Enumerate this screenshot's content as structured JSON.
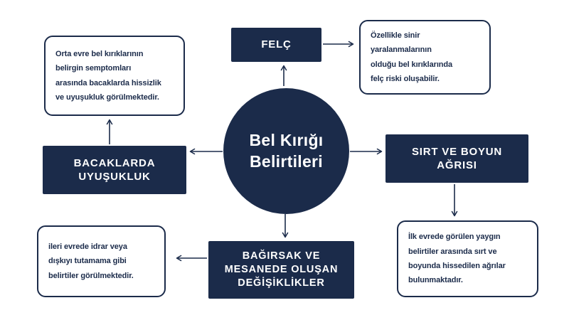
{
  "colors": {
    "navy": "#1b2b4a",
    "background": "#ffffff"
  },
  "center": {
    "title": "Bel Kırığı\nBelirtileri"
  },
  "nodes": {
    "felc": {
      "label": "FELÇ"
    },
    "bacak": {
      "label": "BACAKLARDA\nUYUŞUKLUK"
    },
    "sirt": {
      "label": "SIRT VE BOYUN\nAĞRISI"
    },
    "bagirsak": {
      "label": "BAĞIRSAK VE\nMESANEDE OLUŞAN\nDEĞİŞİKLİKLER"
    }
  },
  "notes": {
    "top_left": "Orta evre bel kırıklarının\nbelirgin semptomları\narasında bacaklarda hissizlik\nve uyuşukluk görülmektedir.",
    "top_right": "Özellikle sinir\nyaralanmalarının\nolduğu bel kırıklarında\nfelç riski oluşabilir.",
    "bottom_right": "İlk evrede görülen yaygın\nbelirtiler arasında sırt ve\nboyunda hissedilen ağrılar\nbulunmaktadır.",
    "bottom_left": "ileri evrede idrar veya\ndışkıyı tutamama gibi\nbelirtiler görülmektedir."
  }
}
